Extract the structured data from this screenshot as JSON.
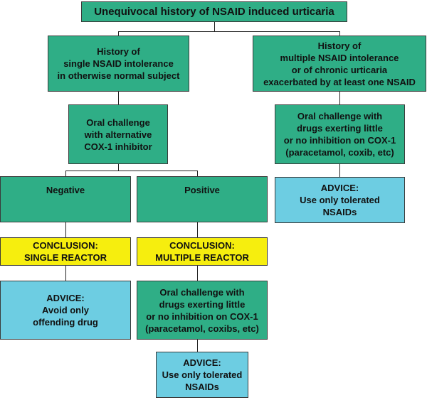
{
  "colors": {
    "process_box": "#2fae86",
    "conclusion_box": "#f6ee0e",
    "advice_box": "#6dcde2",
    "connector": "#222222"
  },
  "nodes": {
    "root": "Unequivocal history of NSAID induced urticaria",
    "single_history": "History of\nsingle NSAID intolerance\nin otherwise normal subject",
    "multiple_history": "History of\nmultiple NSAID intolerance\nor of chronic urticaria\nexacerbated by at least one NSAID",
    "alt_cox1_challenge": "Oral challenge\nwith alternative\nCOX-1 inhibitor",
    "right_challenge": "Oral challenge with\ndrugs exerting little\nor no inhibition on COX-1\n(paracetamol, coxib, etc)",
    "negative": "Negative",
    "positive": "Positive",
    "right_advice": "ADVICE:\nUse only tolerated\nNSAIDs",
    "conclusion_single": "CONCLUSION:\nSINGLE REACTOR",
    "conclusion_multiple": "CONCLUSION:\nMULTIPLE REACTOR",
    "advice_avoid": "ADVICE:\nAvoid only\noffending drug",
    "bottom_challenge": "Oral challenge with\ndrugs exerting little\nor no inhibition on COX-1\n(paracetamol, coxibs, etc)",
    "bottom_advice": "ADVICE:\nUse only tolerated\nNSAIDs"
  }
}
